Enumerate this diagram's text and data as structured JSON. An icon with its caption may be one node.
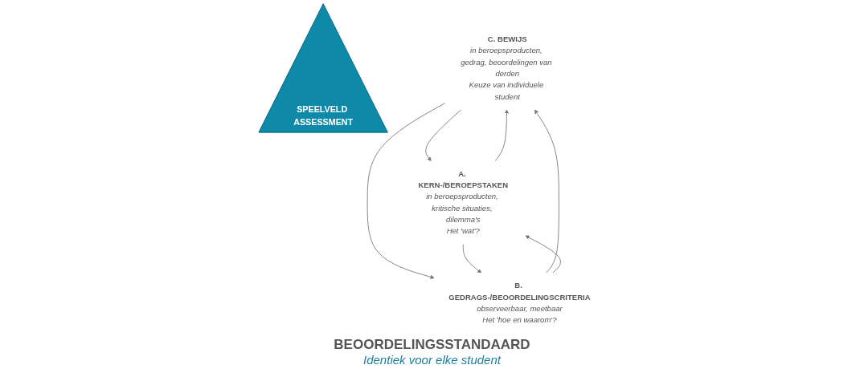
{
  "diagram": {
    "nodes": [
      {
        "text": [
          "SPEELVELD ASSESSMENT"
        ]
      },
      {
        "text": [
          "C. BEWIJS",
          "in beroepsproducten, gedrag, beoordelingen van derden",
          "Keuze van individuele student"
        ]
      },
      {
        "text": [
          "A. KERN-/BEROEPSTAKEN",
          "in beroepsproducten, kritische situaties, dilemma's",
          "Het 'wat'?"
        ]
      },
      {
        "text": [
          "B. GEDRAGS-/BEOORDELINGSCRITERIA",
          "observeerbaar, meetbaar",
          "Het 'hoe en waarom'?"
        ]
      }
    ],
    "edges": [
      {
        "from": 1,
        "to": 2,
        "arrow": "to"
      },
      {
        "from": 2,
        "to": 1,
        "arrow": "to"
      },
      {
        "from": 3,
        "to": 1,
        "arrow": "to"
      },
      {
        "from": 1,
        "to": 3,
        "arrow": "to"
      },
      {
        "from": 2,
        "to": 3,
        "arrow": "to"
      },
      {
        "from": 3,
        "to": 2,
        "arrow": "to"
      }
    ],
    "labels": [
      "BEOORDELINGSSTANDAARD",
      "Identiek voor elke student"
    ]
  }
}
